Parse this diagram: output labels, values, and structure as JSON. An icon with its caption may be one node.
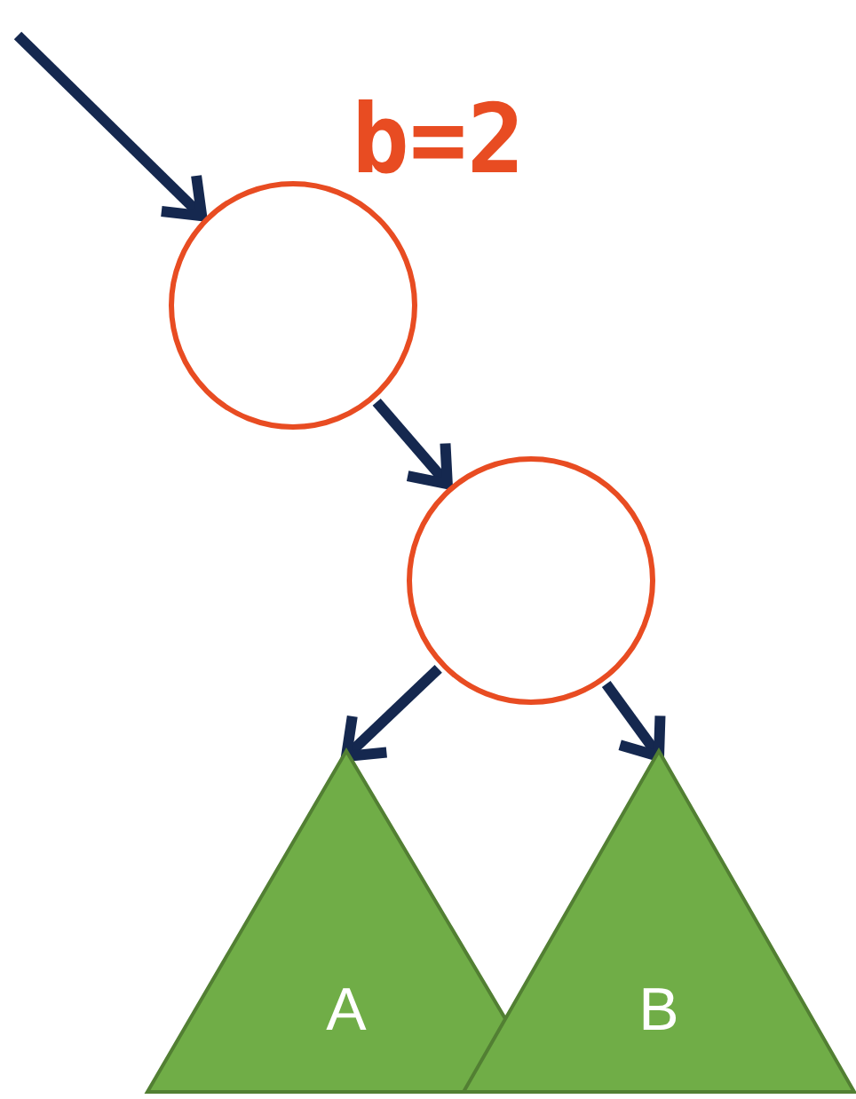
{
  "diagram": {
    "nodes": [
      {
        "text": [],
        "shape": "circle"
      },
      {
        "text": [],
        "shape": "circle"
      },
      {
        "text": [
          "A"
        ]
      },
      {
        "text": [
          "B"
        ]
      }
    ],
    "edges": [
      {
        "from": null,
        "to": 0,
        "arrow": "to"
      },
      {
        "from": 0,
        "to": 1,
        "arrow": "to"
      },
      {
        "from": 1,
        "to": 2,
        "arrow": "to"
      },
      {
        "from": 1,
        "to": 3,
        "arrow": "to"
      }
    ],
    "labels": [
      "b=2"
    ]
  }
}
